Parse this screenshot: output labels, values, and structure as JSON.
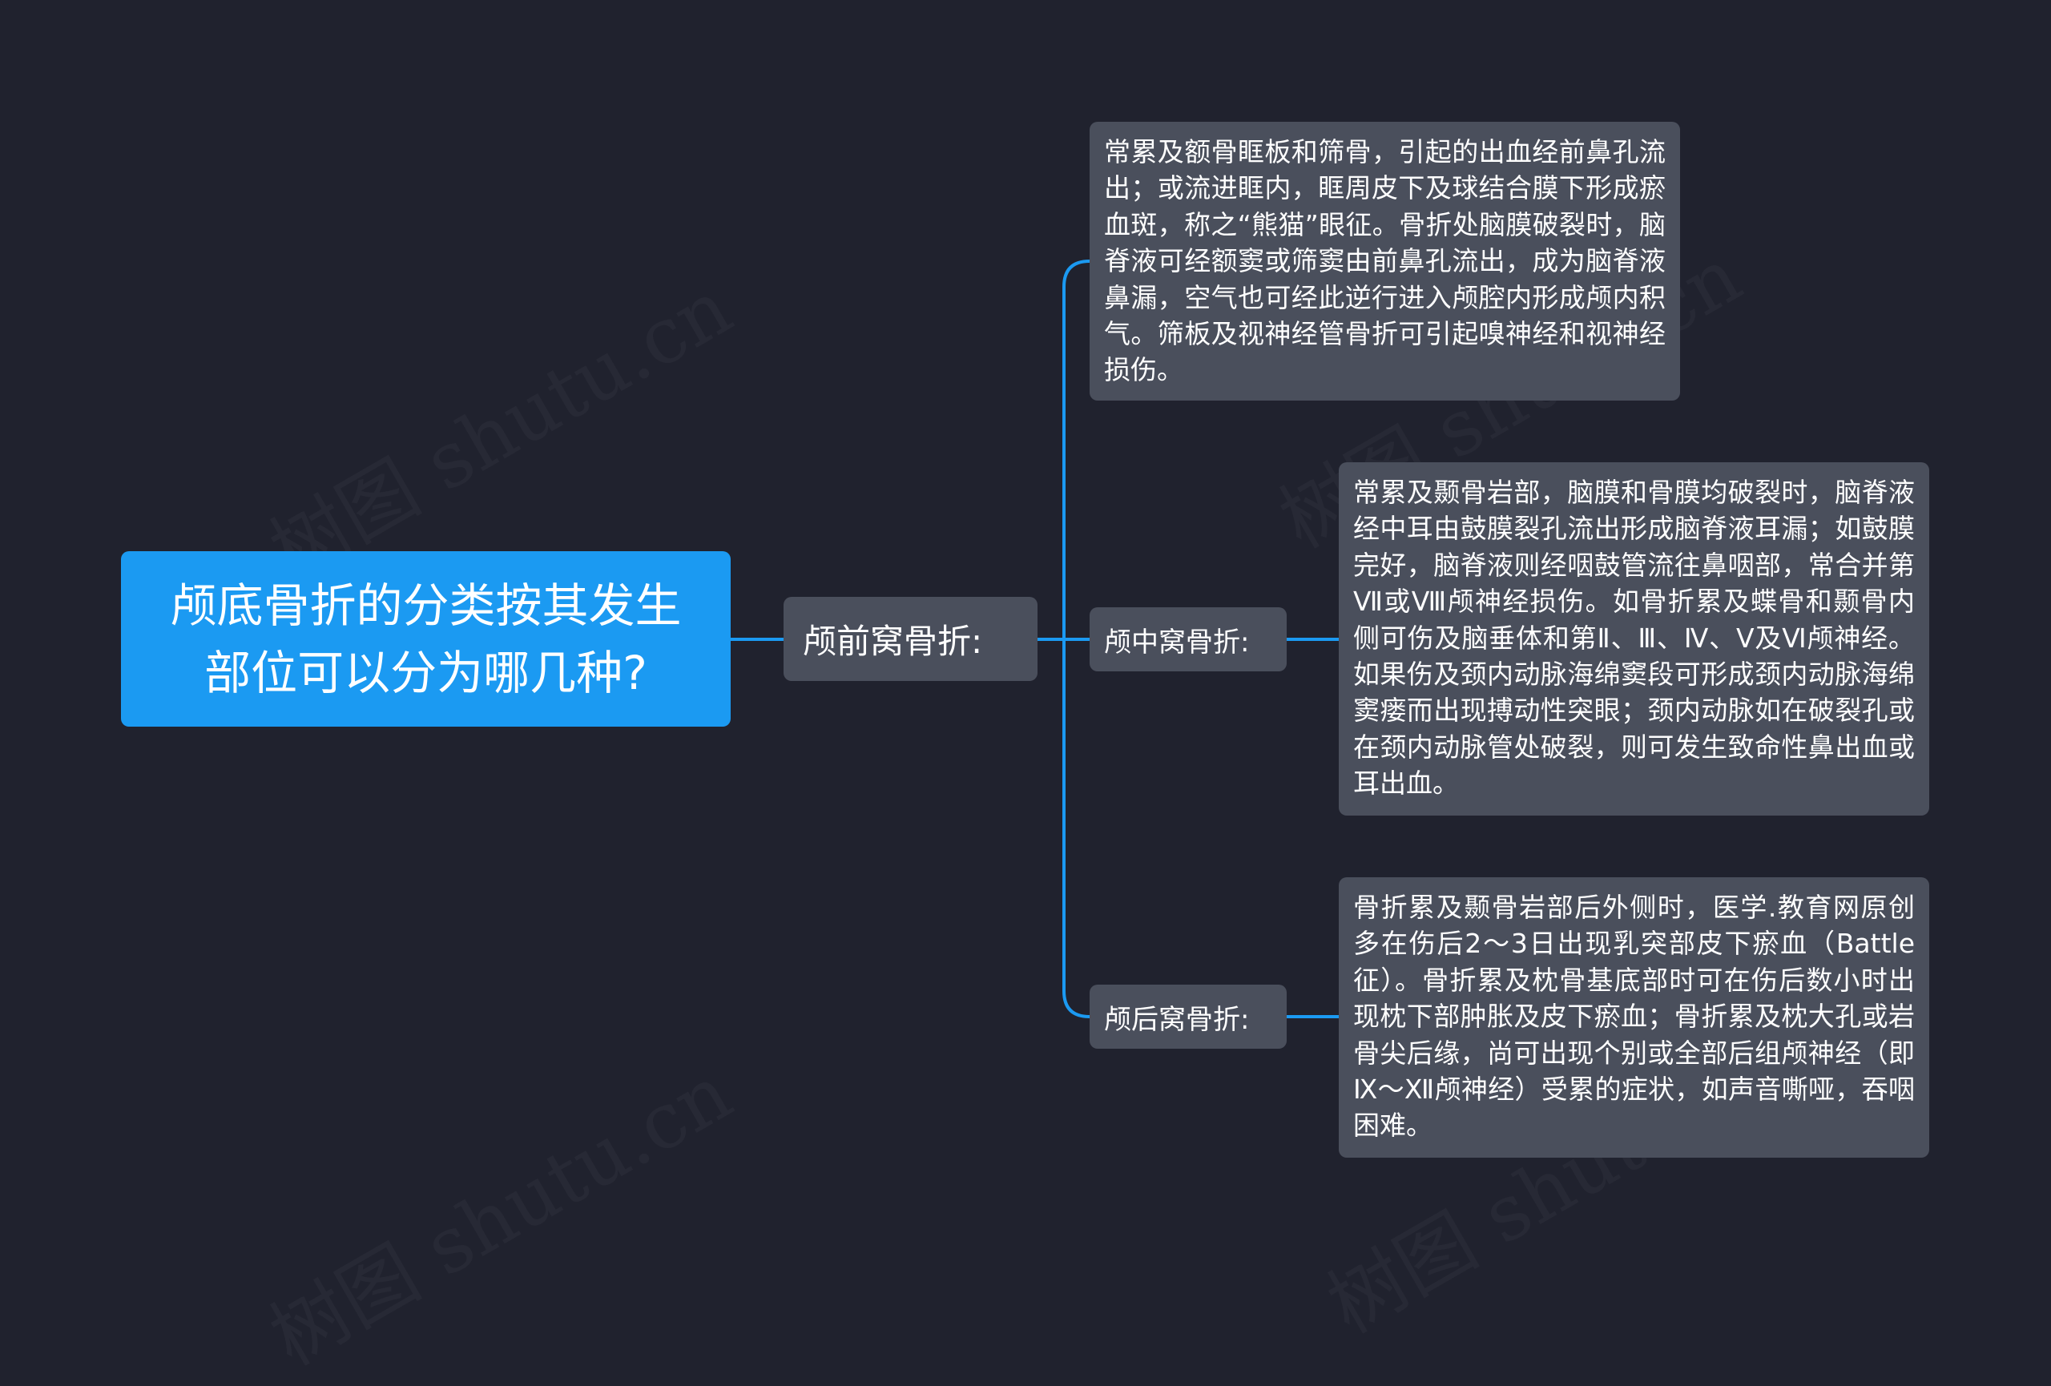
{
  "watermark": "树图 shutu.cn",
  "colors": {
    "background": "#20222e",
    "root": "#1b9af2",
    "node": "#4a4f5c",
    "connector": "#1b9af2"
  },
  "root": {
    "label": "颅底骨折的分类按其发生部位可以分为哪几种?"
  },
  "level1": {
    "label": "颅前窝骨折:"
  },
  "branches": [
    {
      "label": "",
      "leaf": "常累及额骨眶板和筛骨，引起的出血经前鼻孔流出；或流进眶内，眶周皮下及球结合膜下形成瘀血斑，称之“熊猫”眼征。骨折处脑膜破裂时，脑脊液可经额窦或筛窦由前鼻孔流出，成为脑脊液鼻漏，空气也可经此逆行进入颅腔内形成颅内积气。筛板及视神经管骨折可引起嗅神经和视神经损伤。"
    },
    {
      "label": "颅中窝骨折:",
      "leaf": "常累及颞骨岩部，脑膜和骨膜均破裂时，脑脊液经中耳由鼓膜裂孔流出形成脑脊液耳漏；如鼓膜完好，脑脊液则经咽鼓管流往鼻咽部，常合并第Ⅶ或Ⅷ颅神经损伤。如骨折累及蝶骨和颞骨内侧可伤及脑垂体和第Ⅱ、Ⅲ、Ⅳ、Ⅴ及Ⅵ颅神经。如果伤及颈内动脉海绵窦段可形成颈内动脉海绵窦瘘而出现搏动性突眼；颈内动脉如在破裂孔或在颈内动脉管处破裂，则可发生致命性鼻出血或耳出血。"
    },
    {
      "label": "颅后窝骨折:",
      "leaf": "骨折累及颞骨岩部后外侧时，医学.教育网原创多在伤后2～3日出现乳突部皮下瘀血（Battle征）。骨折累及枕骨基底部时可在伤后数小时出现枕下部肿胀及皮下瘀血；骨折累及枕大孔或岩骨尖后缘，尚可出现个别或全部后组颅神经（即Ⅸ～Ⅻ颅神经）受累的症状，如声音嘶哑，吞咽困难。"
    }
  ]
}
